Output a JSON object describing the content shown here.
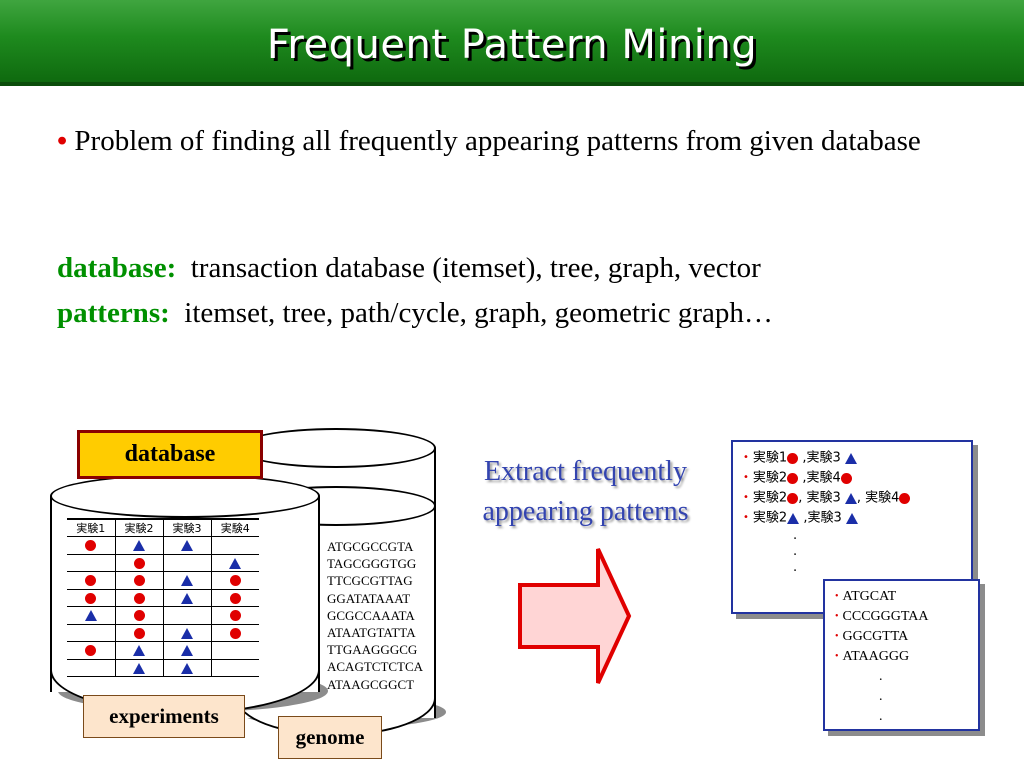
{
  "header": {
    "title": "Frequent Pattern Mining"
  },
  "bullet": {
    "marker": "•",
    "text": "Problem of finding all frequently appearing patterns from given database"
  },
  "definitions": {
    "database": {
      "key": "database:",
      "value": "transaction database (itemset), tree, graph, vector"
    },
    "patterns": {
      "key": "patterns:",
      "value": "itemset, tree, path/cycle, graph, geometric graph…"
    }
  },
  "labels": {
    "database": "database",
    "experiments": "experiments",
    "genome": "genome"
  },
  "experiment_table": {
    "headers": [
      "実験1",
      "実験2",
      "実験3",
      "実験4"
    ],
    "rows": [
      [
        "circle",
        "triangle",
        "triangle",
        ""
      ],
      [
        "",
        "circle",
        "",
        "triangle"
      ],
      [
        "circle",
        "circle",
        "triangle",
        "circle"
      ],
      [
        "circle",
        "circle",
        "triangle",
        "circle"
      ],
      [
        "triangle",
        "circle",
        "",
        "circle"
      ],
      [
        "",
        "circle",
        "triangle",
        "circle"
      ],
      [
        "circle",
        "triangle",
        "triangle",
        ""
      ],
      [
        "",
        "triangle",
        "triangle",
        ""
      ]
    ]
  },
  "genome_sequences": [
    "ATGCGCCGTA",
    "TAGCGGGTGG",
    "TTCGCGTTAG",
    "GGATATAAAT",
    "GCGCCAAATA",
    "ATAATGTATTA",
    "TTGAAGGGCG",
    "ACAGTCTCTCA",
    "ATAAGCGGCT"
  ],
  "extract_text": [
    "Extract frequently",
    "appearing patterns"
  ],
  "result_box_1": {
    "items": [
      [
        {
          "t": "text",
          "v": "実験1"
        },
        {
          "t": "circle"
        },
        {
          "t": "text",
          "v": " ,実験3 "
        },
        {
          "t": "triangle"
        }
      ],
      [
        {
          "t": "text",
          "v": "実験2"
        },
        {
          "t": "circle"
        },
        {
          "t": "text",
          "v": " ,実験4"
        },
        {
          "t": "circle"
        }
      ],
      [
        {
          "t": "text",
          "v": "実験2"
        },
        {
          "t": "circle"
        },
        {
          "t": "text",
          "v": ", 実験3 "
        },
        {
          "t": "triangle"
        },
        {
          "t": "text",
          "v": ", 実験4"
        },
        {
          "t": "circle"
        }
      ],
      [
        {
          "t": "text",
          "v": "実験2"
        },
        {
          "t": "triangle"
        },
        {
          "t": "text",
          "v": " ,実験3 "
        },
        {
          "t": "triangle"
        }
      ]
    ],
    "continuation": [
      ".",
      ".",
      "."
    ]
  },
  "result_box_2": {
    "items": [
      "ATGCAT",
      "CCCGGGTAA",
      "GGCGTTA",
      "ATAAGGG"
    ],
    "continuation": [
      ".",
      ".",
      "."
    ]
  },
  "colors": {
    "header_green": "#1e8a1e",
    "key_green": "#009000",
    "bullet_red": "#e00000",
    "marker_blue": "#1a2ea8",
    "extract_blue": "#3344b0",
    "database_tag": "#ffcc00",
    "other_tags": "#fde5cc",
    "arrow_fill": "#ffd5d5",
    "arrow_stroke": "#e00000"
  }
}
